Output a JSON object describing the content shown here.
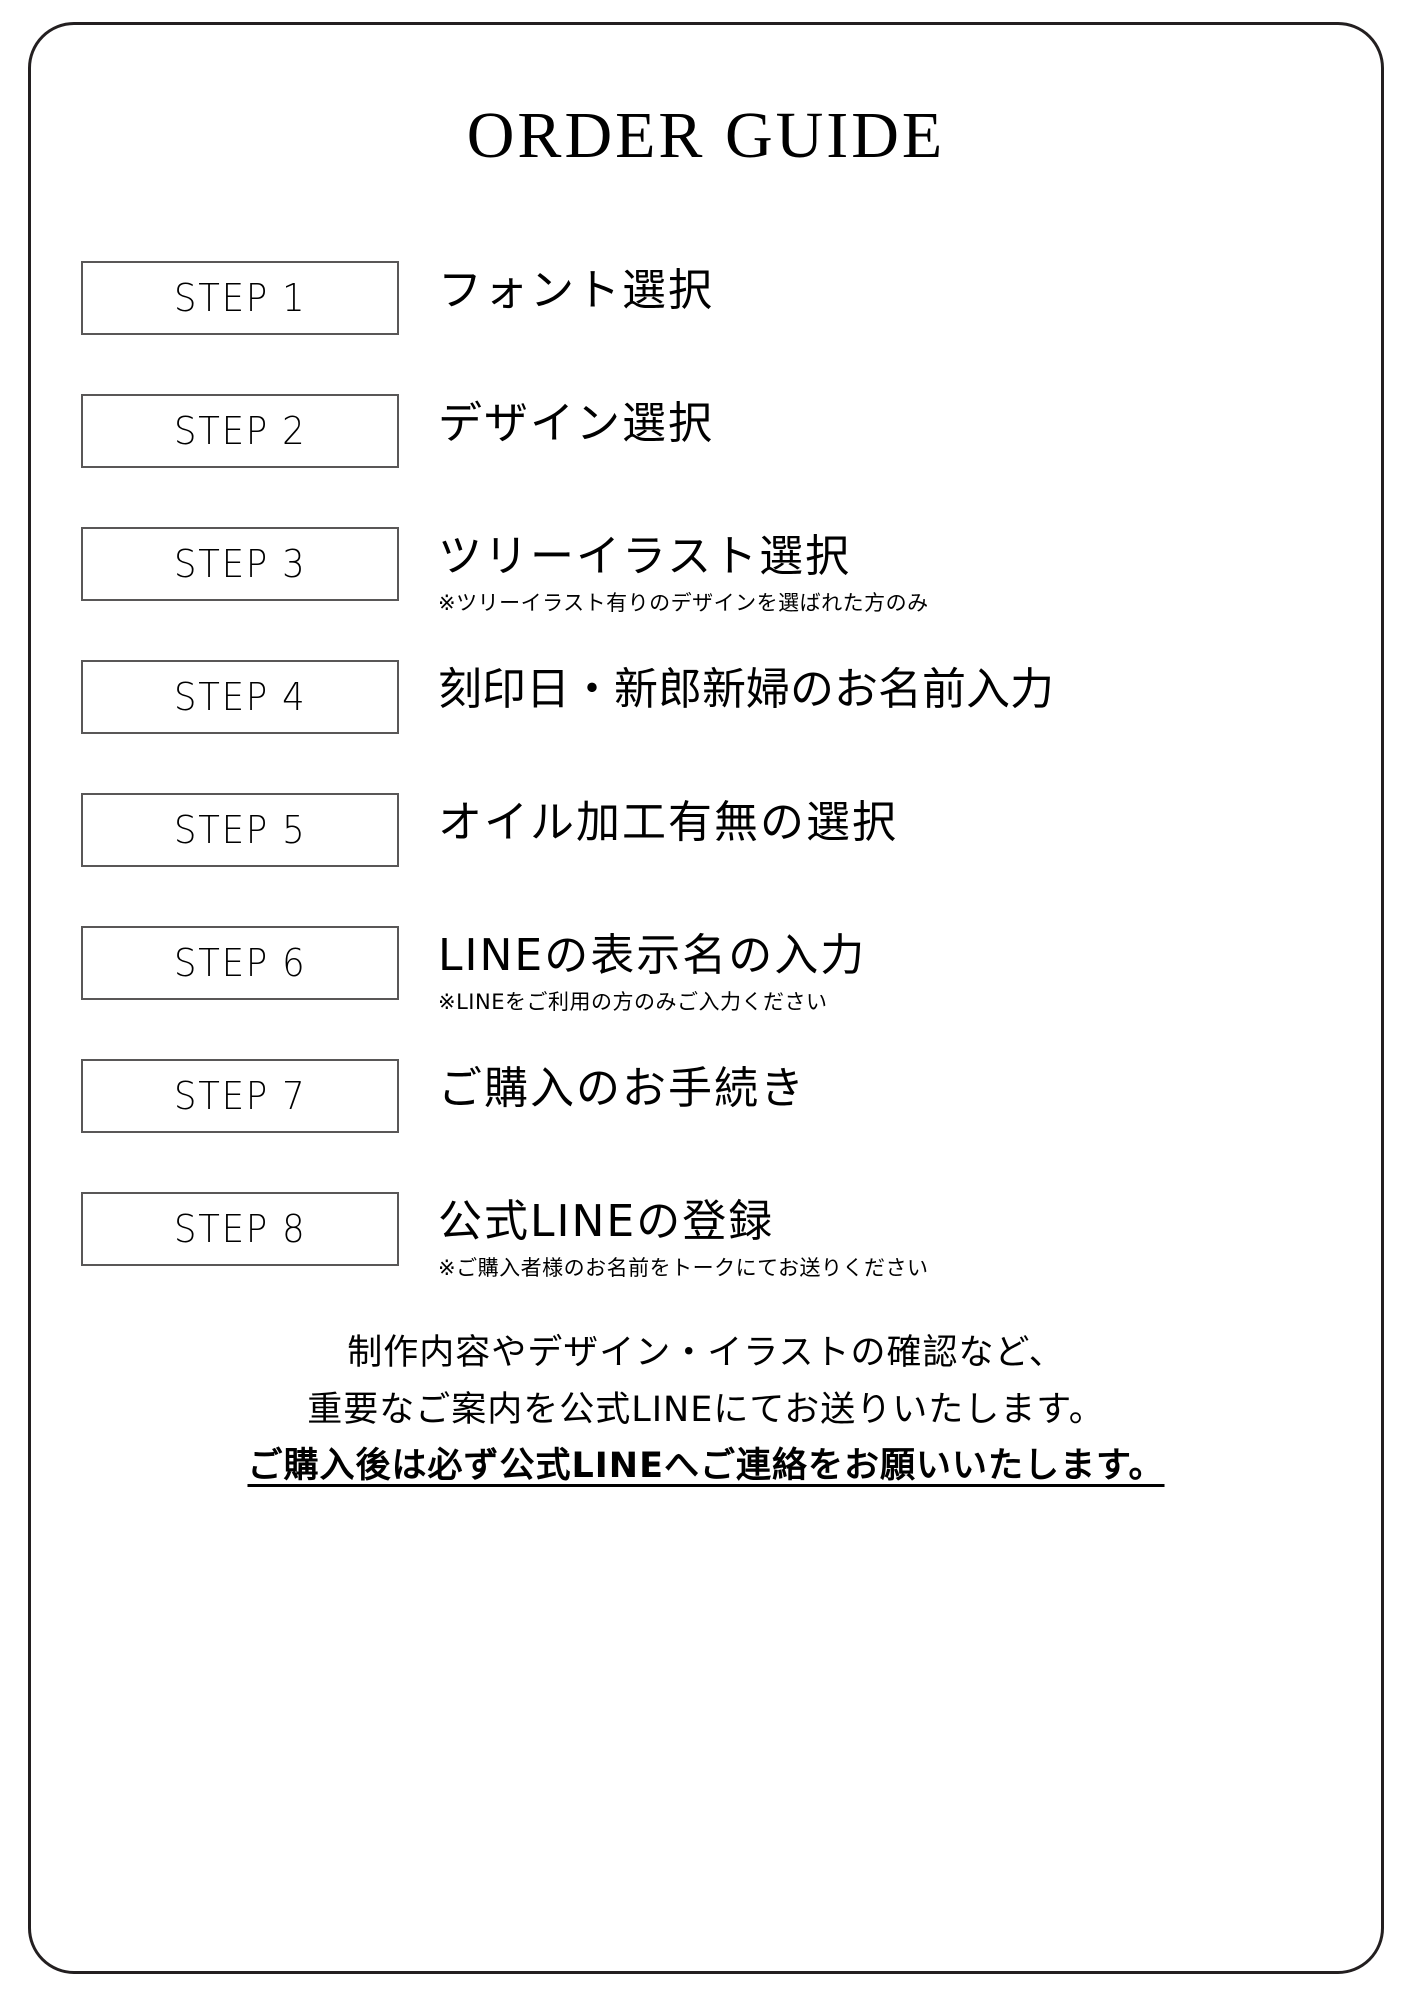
{
  "document": {
    "title": "ORDER GUIDE"
  },
  "steps": [
    {
      "box_label": "STEP 1",
      "title": "フォント選択",
      "note": ""
    },
    {
      "box_label": "STEP 2",
      "title": "デザイン選択",
      "note": ""
    },
    {
      "box_label": "STEP 3",
      "title": "ツリーイラスト選択",
      "note": "※ツリーイラスト有りのデザインを選ばれた方のみ"
    },
    {
      "box_label": "STEP 4",
      "title": "刻印日・新郎新婦のお名前入力",
      "note": ""
    },
    {
      "box_label": "STEP 5",
      "title": "オイル加工有無の選択",
      "note": ""
    },
    {
      "box_label": "STEP 6",
      "title": "LINEの表示名の入力",
      "note": "※LINEをご利用の方のみご入力ください"
    },
    {
      "box_label": "STEP 7",
      "title": "ご購入のお手続き",
      "note": ""
    },
    {
      "box_label": "STEP 8",
      "title": "公式LINEの登録",
      "note": "※ご購入者様のお名前をトークにてお送りください"
    }
  ],
  "footer": {
    "line1": "制作内容やデザイン・イラストの確認など、",
    "line2": "重要なご案内を公式LINEにてお送りいたします。",
    "line3": "ご購入後は必ず公式LINEへご連絡をお願いいたします。"
  },
  "colors": {
    "card_border": "#231f20",
    "box_border": "#595757",
    "text": "#000000",
    "background": "#ffffff"
  }
}
